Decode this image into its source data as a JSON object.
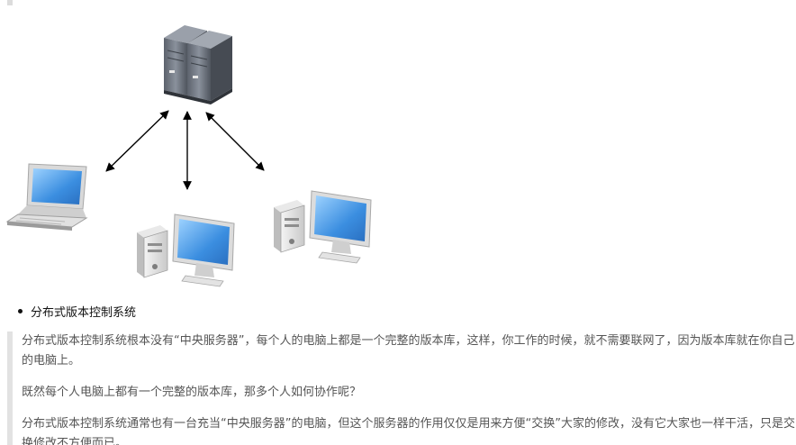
{
  "top_fragment": "",
  "diagram": {
    "central_server_icon": "server-rack-icon",
    "clients": [
      {
        "icon": "laptop-icon"
      },
      {
        "icon": "desktop-computer-icon"
      },
      {
        "icon": "desktop-computer-icon"
      }
    ],
    "colors": {
      "server_body": "#6f7580",
      "monitor_screen": "#4aa3f0",
      "arrow": "#000000",
      "quote_border": "#e2e2e2"
    }
  },
  "section": {
    "bullet_title": "分布式版本控制系统",
    "paragraphs": [
      "分布式版本控制系统根本没有“中央服务器”，每个人的电脑上都是一个完整的版本库，这样，你工作的时候，就不需要联网了，因为版本库就在你自己的电脑上。",
      "既然每个人电脑上都有一个完整的版本库，那多个人如何协作呢？",
      "分布式版本控制系统通常也有一台充当“中央服务器”的电脑，但这个服务器的作用仅仅是用来方便“交换”大家的修改，没有它大家也一样干活，只是交换修改不方便而已。"
    ]
  }
}
